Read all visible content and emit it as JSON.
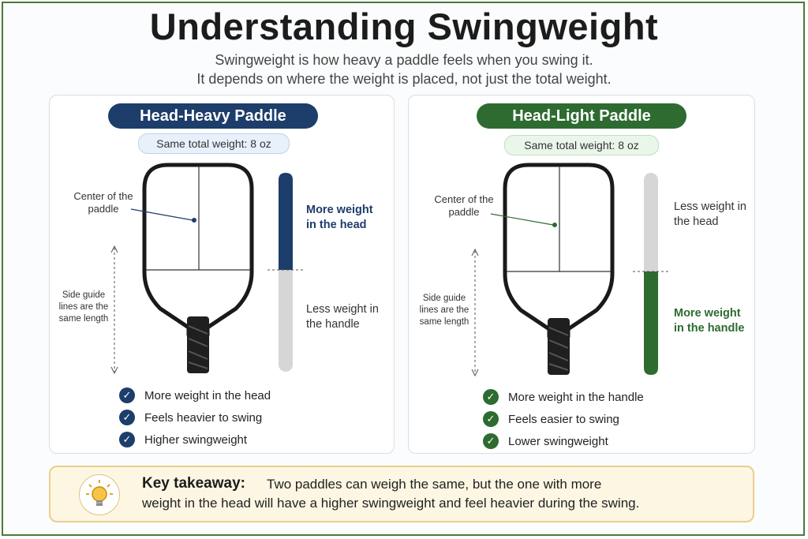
{
  "title": "Understanding Swingweight",
  "subtitle_line1": "Swingweight is how heavy a paddle feels when you swing it.",
  "subtitle_line2": "It depends on where the weight is placed, not just the total weight.",
  "colors": {
    "navy": "#1d3d6b",
    "green": "#2e6b30",
    "bar_gray": "#d6d6d6",
    "frame": "#4a7a3a"
  },
  "left_panel": {
    "heading": "Head-Heavy Paddle",
    "weight_chip": "Same total weight: 8 oz",
    "center_label": "Center of the paddle",
    "side_guide_label": "Side guide lines are the same length",
    "bar_top_label": "More weight in the head",
    "bar_bottom_label": "Less weight in the handle",
    "bar_fill_fraction_top": 0.49,
    "bullets": [
      "More weight in the head",
      "Feels heavier to swing",
      "Higher swingweight"
    ]
  },
  "right_panel": {
    "heading": "Head-Light Paddle",
    "weight_chip": "Same total weight: 8 oz",
    "center_label": "Center of the paddle",
    "side_guide_label": "Side guide lines are the same length",
    "bar_top_label": "Less weight in the head",
    "bar_bottom_label": "More weight in the handle",
    "bar_fill_fraction_bottom": 0.51,
    "bullets": [
      "More weight in the handle",
      "Feels easier to swing",
      "Lower swingweight"
    ]
  },
  "takeaway": {
    "heading": "Key takeaway:",
    "line1": "Two paddles can weigh the same, but the one with more",
    "line2": "weight in the head will have a higher swingweight and feel heavier during the swing.",
    "icon": "lightbulb-icon"
  }
}
